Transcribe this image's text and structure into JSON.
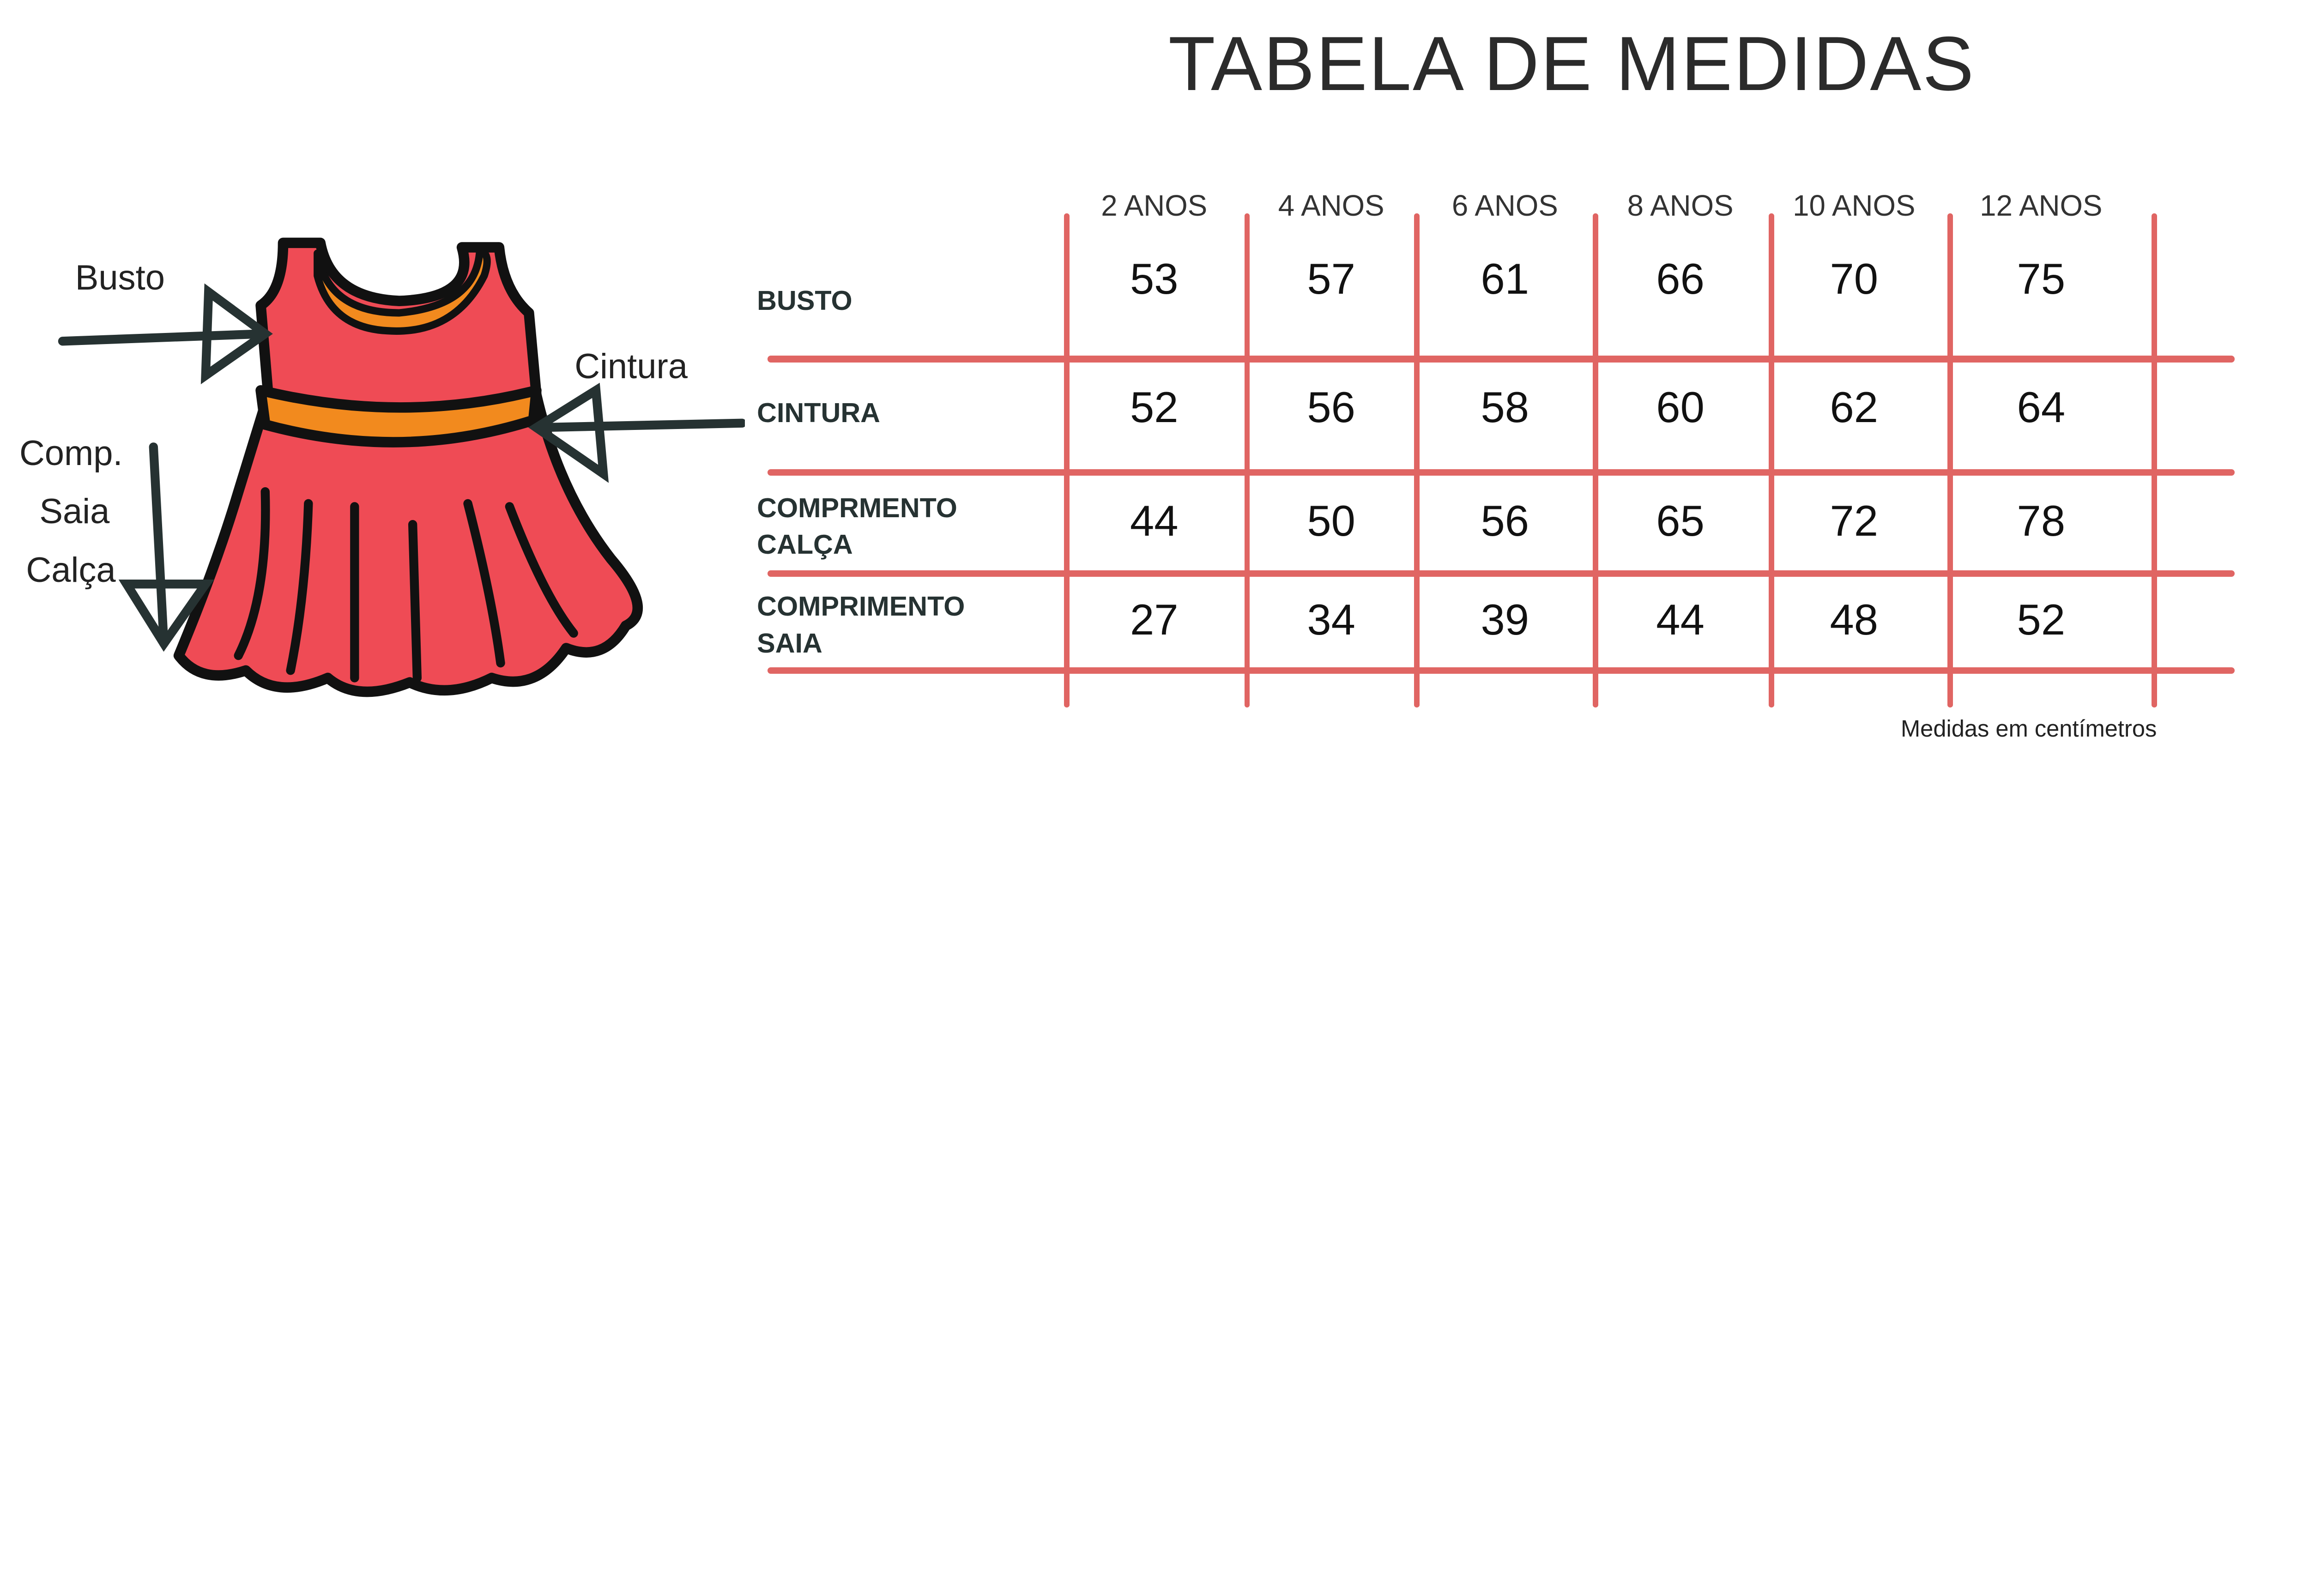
{
  "title": "TABELA DE MEDIDAS",
  "diagram_labels": {
    "busto": "Busto",
    "cintura": "Cintura",
    "comp_line1": "Comp.",
    "comp_line2": "Saia",
    "comp_line3": "Calça"
  },
  "table": {
    "columns": [
      "2 ANOS",
      "4 ANOS",
      "6 ANOS",
      "8 ANOS",
      "10 ANOS",
      "12 ANOS"
    ],
    "rows": [
      {
        "label_line1": "BUSTO",
        "label_line2": "",
        "values": [
          "53",
          "57",
          "61",
          "66",
          "70",
          "75"
        ]
      },
      {
        "label_line1": "CINTURA",
        "label_line2": "",
        "values": [
          "52",
          "56",
          "58",
          "60",
          "62",
          "64"
        ]
      },
      {
        "label_line1": "COMPRMENTO",
        "label_line2": "CALÇA",
        "values": [
          "44",
          "50",
          "56",
          "65",
          "72",
          "78"
        ]
      },
      {
        "label_line1": "COMPRIMENTO",
        "label_line2": "SAIA",
        "values": [
          "27",
          "34",
          "39",
          "44",
          "48",
          "52"
        ]
      }
    ]
  },
  "footnote": "Medidas em centímetros",
  "colors": {
    "grid": "#e06563",
    "dress": "#ef4b55",
    "trim": "#f28a1e",
    "text": "#263232"
  }
}
